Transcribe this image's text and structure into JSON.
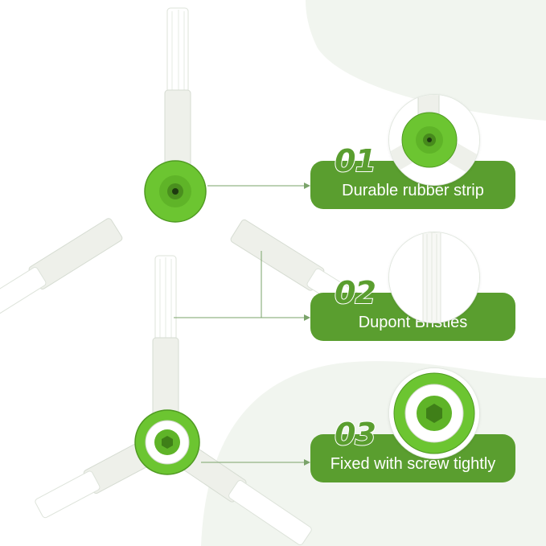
{
  "features": [
    {
      "number": "01",
      "label": "Durable rubber strip",
      "icon": "rubber-hub-closeup"
    },
    {
      "number": "02",
      "label": "Dupont Bristles",
      "icon": "bristle-tip-closeup"
    },
    {
      "number": "03",
      "label": "Fixed with screw tightly",
      "icon": "screw-hub-closeup"
    }
  ],
  "colors": {
    "accent_green": "#5a9e2f",
    "hub_green": "#6cc531",
    "arm_white": "#eef0ea",
    "background_mint": "#f1f5ef",
    "leader_line": "#7aa36a"
  }
}
